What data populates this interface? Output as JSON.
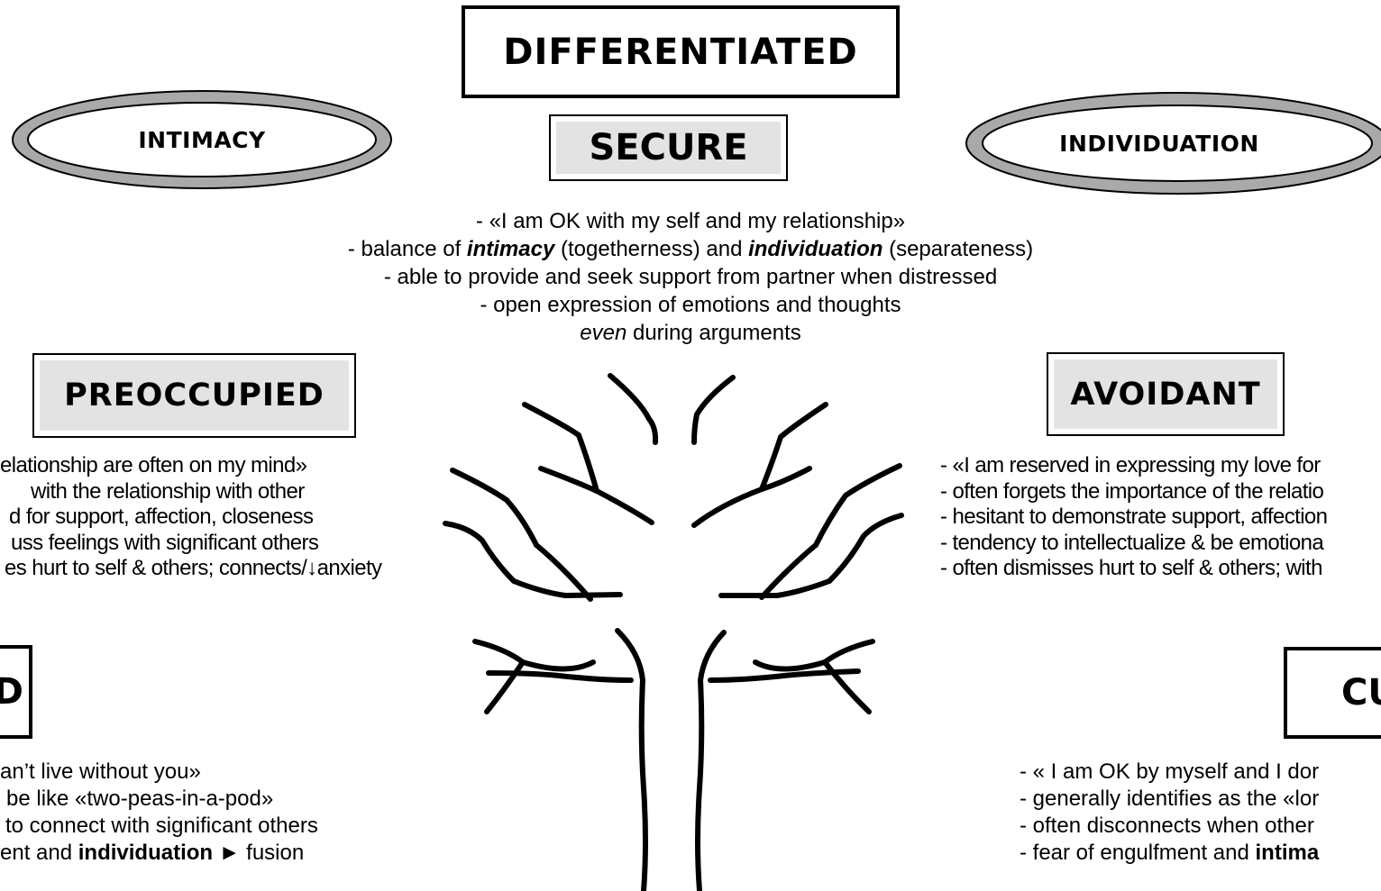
{
  "top": {
    "differentiated": "DIFFERENTIATED",
    "intimacy": "INTIMACY",
    "individuation": "INDIVIDUATION"
  },
  "secure": {
    "title": "SECURE",
    "lines": [
      {
        "a": "- «I am OK with my self and my relationship»"
      },
      {
        "a": "- balance of ",
        "b": "intimacy",
        "c": " (togetherness) and ",
        "d": "individuation",
        "e": " (separateness)"
      },
      {
        "a": "- able to provide and seek support from partner when distressed"
      },
      {
        "a": "- open expression of emotions and thoughts"
      },
      {
        "b": "even",
        "c": " during arguments"
      }
    ]
  },
  "preoccupied": {
    "title": "PREOCCUPIED",
    "lines": [
      "elationship are often on my mind»",
      "with the relationship with other",
      "d for support, affection, closeness",
      "uss feelings with significant others",
      "es hurt to self & others; connects/↓anxiety"
    ]
  },
  "avoidant": {
    "title": "AVOIDANT",
    "lines": [
      "- «I am reserved in expressing my love for",
      "- often forgets the importance of the relatio",
      "- hesitant to demonstrate support, affection",
      "- tendency to intellectualize & be emotiona",
      "- often dismisses hurt to self & others; with"
    ]
  },
  "fused": {
    "title_fragment": "D",
    "lines": [
      {
        "a": "an’t live without you»"
      },
      {
        "a": "be like «two-peas-in-a-pod»"
      },
      {
        "a": "to connect with significant others"
      },
      {
        "a": "ent and ",
        "b": "individuation",
        "c": "  ► fusion"
      }
    ]
  },
  "cutoff": {
    "title_fragment": "CU",
    "lines": [
      {
        "a": "- « I am OK by myself and I dor"
      },
      {
        "a": "- generally identifies as the «lor"
      },
      {
        "a": "- often disconnects when other"
      },
      {
        "a": "- fear of engulfment and ",
        "b": "intima"
      }
    ]
  }
}
